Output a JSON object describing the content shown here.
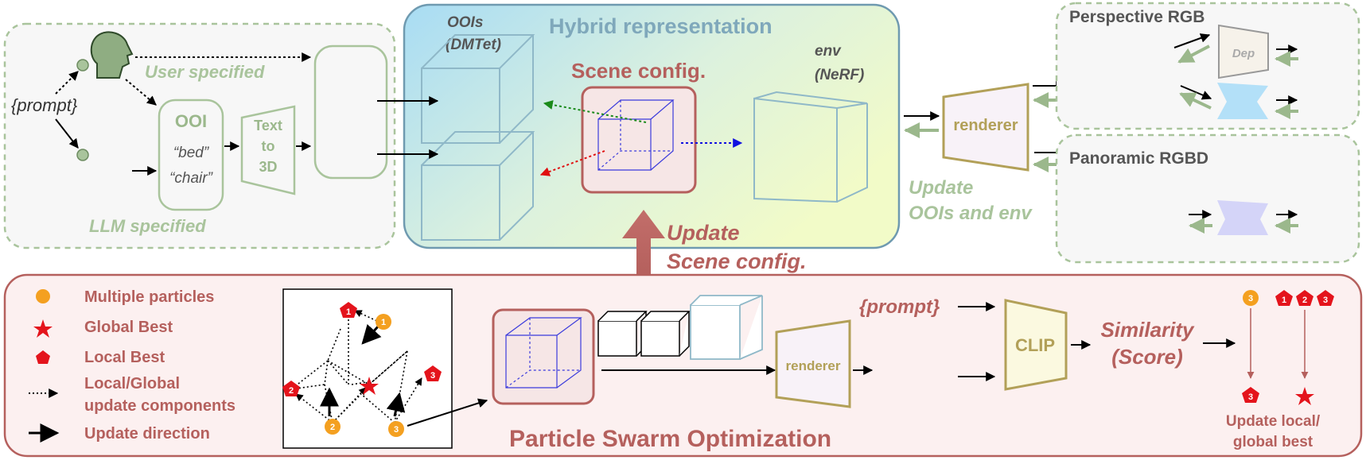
{
  "colors": {
    "green": "#9bb88c",
    "green_light": "#a9c49c",
    "red": "#b5605d",
    "gray_text": "#555555",
    "blue_edge": "#7fb0c0",
    "gold": "#b2a058",
    "orange": "#f4a020",
    "red_marker": "#e4141c"
  },
  "top_left": {
    "prompt": "{prompt}",
    "user_specified": "User specified",
    "llm_specified": "LLM specified",
    "ooi_title": "OOI",
    "ooi_item_1": "“bed”",
    "ooi_item_2": "“chair”",
    "text_to_3d_1": "Text",
    "text_to_3d_2": "to",
    "text_to_3d_3": "3D"
  },
  "hybrid": {
    "title": "Hybrid representation",
    "oois_line1": "OOIs",
    "oois_line2": "(DMTet)",
    "scene_config": "Scene config.",
    "env_line1": "env",
    "env_line2": "(NeRF)"
  },
  "update_scene": {
    "line1": "Update",
    "line2": "Scene config."
  },
  "renderer_top": "renderer",
  "update_oois": {
    "line1": "Update",
    "line2": "OOIs and env"
  },
  "right": {
    "perspective_title": "Perspective RGB",
    "dep_label": "Dep",
    "panoramic_title": "Panoramic RGBD"
  },
  "bottom": {
    "legend": {
      "particles": "Multiple particles",
      "global_best": "Global Best",
      "local_best": "Local Best",
      "components_line1": "Local/Global",
      "components_line2": "update components",
      "direction": "Update direction"
    },
    "markers": {
      "one": "1",
      "two": "2",
      "three": "3"
    },
    "prompt": "{prompt}",
    "renderer": "renderer",
    "clip": "CLIP",
    "similarity_line1": "Similarity",
    "similarity_line2": "(Score)",
    "pso_title": "Particle Swarm Optimization",
    "update_best_line1": "Update local/",
    "update_best_line2": "global best"
  }
}
